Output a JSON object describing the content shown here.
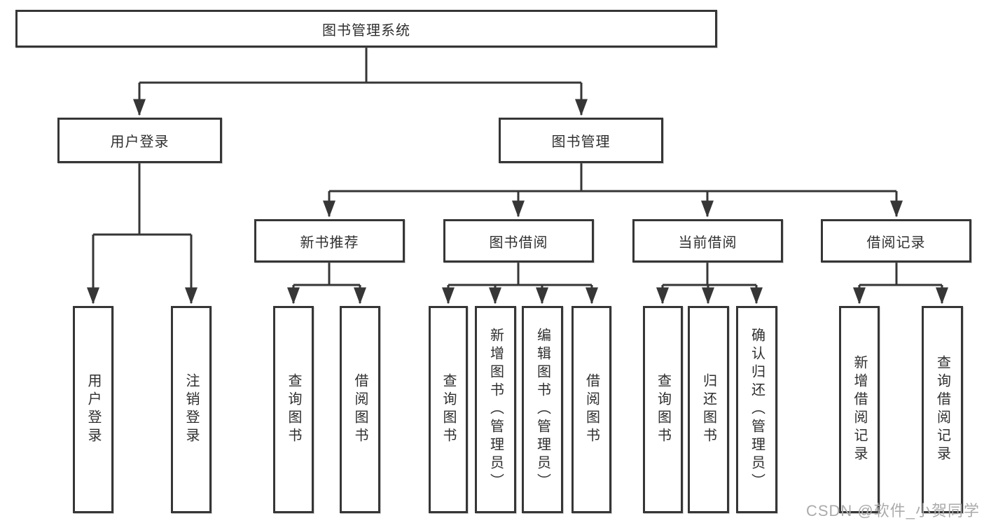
{
  "colors": {
    "line": "#363636",
    "text": "#2f2f2f",
    "background": "#ffffff",
    "watermark": "#ababab"
  },
  "tree": {
    "root": {
      "label": "图书管理系统"
    },
    "children": [
      {
        "label": "用户登录",
        "children": [
          {
            "label": "用户登录"
          },
          {
            "label": "注销登录"
          }
        ]
      },
      {
        "label": "图书管理",
        "children": [
          {
            "label": "新书推荐",
            "children": [
              {
                "label": "查询图书"
              },
              {
                "label": "借阅图书"
              }
            ]
          },
          {
            "label": "图书借阅",
            "children": [
              {
                "label": "查询图书"
              },
              {
                "label": "新增图书（管理员）"
              },
              {
                "label": "编辑图书（管理员）"
              },
              {
                "label": "借阅图书"
              }
            ]
          },
          {
            "label": "当前借阅",
            "children": [
              {
                "label": "查询图书"
              },
              {
                "label": "归还图书"
              },
              {
                "label": "确认归还（管理员）"
              }
            ]
          },
          {
            "label": "借阅记录",
            "children": [
              {
                "label": "新增借阅记录"
              },
              {
                "label": "查询借阅记录"
              }
            ]
          }
        ]
      }
    ]
  },
  "watermark": {
    "text": "CSDN @软件_小贺同学"
  }
}
